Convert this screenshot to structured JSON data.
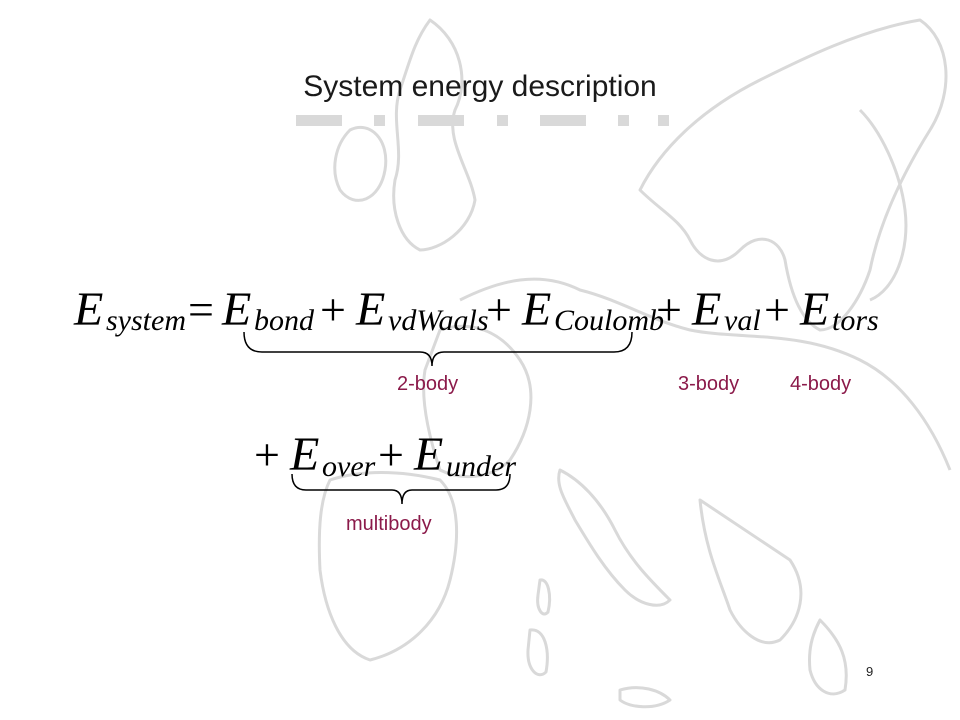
{
  "slide": {
    "title": "System energy description",
    "page_number": "9"
  },
  "equation1": {
    "lhs_symbol": "E",
    "lhs_sub": "system",
    "equals": "=",
    "terms": [
      {
        "op": "",
        "symbol": "E",
        "sub": "bond"
      },
      {
        "op": "+",
        "symbol": "E",
        "sub": "vdWaals"
      },
      {
        "op": "+",
        "symbol": "E",
        "sub": "Coulomb"
      },
      {
        "op": "+",
        "symbol": "E",
        "sub": "val"
      },
      {
        "op": "+",
        "symbol": "E",
        "sub": "tors"
      }
    ]
  },
  "equation2": {
    "terms": [
      {
        "op": "+",
        "symbol": "E",
        "sub": "over"
      },
      {
        "op": "+",
        "symbol": "E",
        "sub": "under"
      }
    ]
  },
  "labels": {
    "two_body": "2-body",
    "three_body": "3-body",
    "four_body": "4-body",
    "multibody": "multibody"
  },
  "colors": {
    "label": "#8b1a4a",
    "map_line": "#d9d9d9",
    "dash": "#d9d9d9"
  }
}
